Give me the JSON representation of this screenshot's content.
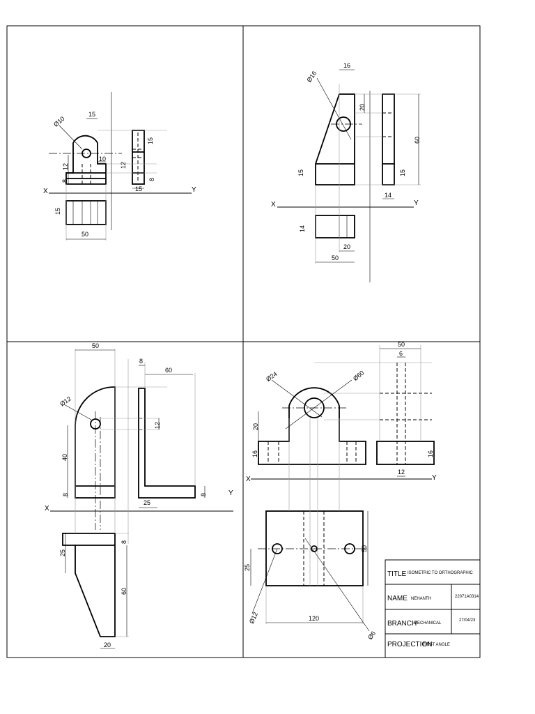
{
  "axis_labels": {
    "x": "X",
    "y": "Y"
  },
  "panel_tl": {
    "dims": {
      "dia": "Ø10",
      "w15": "15",
      "h15": "15",
      "h12": "12",
      "w10": "10",
      "h12b": "12",
      "h8": "8",
      "h8b": "8",
      "w15b": "15",
      "h15b": "15",
      "w50": "50"
    }
  },
  "panel_tr": {
    "dims": {
      "dia": "Ø16",
      "w16": "16",
      "h20": "20",
      "h60": "60",
      "h15": "15",
      "h15b": "15",
      "w14": "14",
      "h14": "14",
      "w20": "20",
      "w50": "50"
    }
  },
  "panel_bl": {
    "dims": {
      "w50": "50",
      "w8": "8",
      "w60": "60",
      "dia": "Ø12",
      "h12": "12",
      "h40": "40",
      "h8": "8",
      "h8b": "8",
      "w25": "25",
      "h8c": "8",
      "h25": "25",
      "h60": "60",
      "w20": "20"
    }
  },
  "panel_br": {
    "dims": {
      "w50": "50",
      "w6": "6",
      "dia24": "Ø24",
      "dia60": "Ø60",
      "h20": "20",
      "h16": "16",
      "h16b": "16",
      "w12": "12",
      "h50": "50",
      "h25": "25",
      "dia12": "Ø12",
      "w120": "120",
      "dia6": "Ø6"
    }
  },
  "title_block": {
    "title_label": "TITLE",
    "title_value": "ISOMETRIC TO ORTHOGRAPHIC",
    "name_label": "NAME",
    "name_value": "NEHANTH",
    "roll_value": "22071A0314",
    "branch_label": "BRANCH",
    "branch_value": "MECHANICAL",
    "date_value": "27/04/23",
    "projection_label": "PROJECTION",
    "projection_value": "FIRST ANGLE"
  }
}
